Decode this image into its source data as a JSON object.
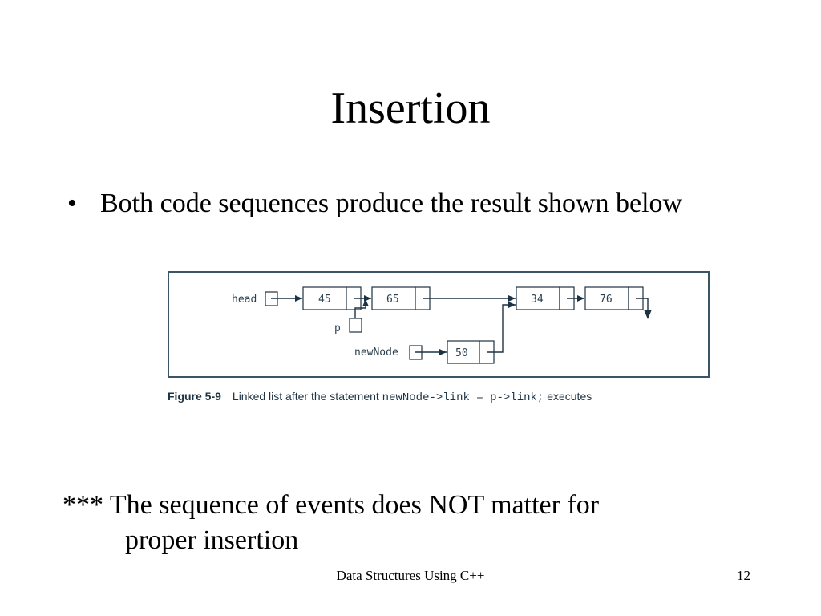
{
  "slide": {
    "title": "Insertion",
    "bullet_marker": "•",
    "bullet": "Both code sequences produce the result shown below",
    "note_line1": "*** The sequence of events does NOT matter for",
    "note_line2": "proper insertion",
    "footer": "Data Structures Using C++",
    "page_number": "12"
  },
  "figure": {
    "caption_label": "Figure 5-9",
    "caption_text": "Linked list after the statement",
    "caption_code": "newNode->link = p->link;",
    "caption_end": "executes",
    "labels": {
      "head": "head",
      "p": "p",
      "newNode": "newNode"
    },
    "nodes": [
      {
        "id": "n45",
        "value": "45"
      },
      {
        "id": "n65",
        "value": "65"
      },
      {
        "id": "n34",
        "value": "34"
      },
      {
        "id": "n76",
        "value": "76"
      },
      {
        "id": "n50",
        "value": "50"
      }
    ],
    "line_color": "#1d3344",
    "box_border_color": "#3c5566"
  }
}
